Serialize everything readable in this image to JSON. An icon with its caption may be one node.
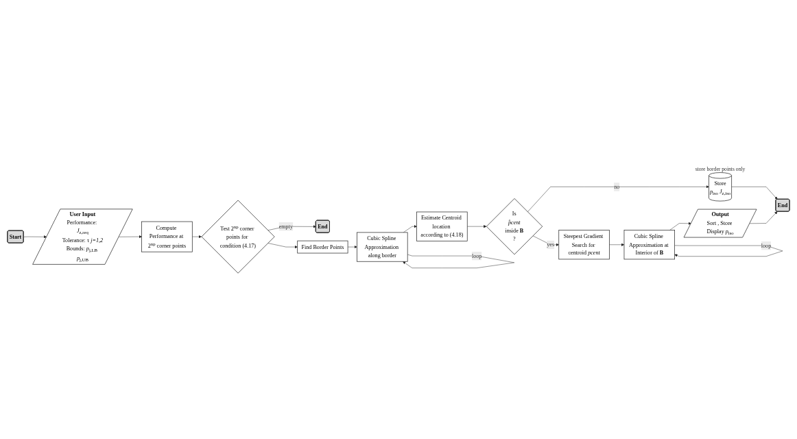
{
  "diagram": {
    "nodes": [
      {
        "text": [
          "Start"
        ]
      },
      {
        "text": [
          "User Input",
          "Performance: *J*$_{z,req}$",
          "Tolerance: τ *j=1,2*",
          "Bounds: *p*$_{j,LB}$ *p*$_{j,UB}$"
        ]
      },
      {
        "text": [
          "Compute Performance at 2$^{np}$ corner points"
        ]
      },
      {
        "text": [
          "Test 2$^{np}$ corner points for condition (4.17)"
        ]
      },
      {
        "text": [
          "End"
        ]
      },
      {
        "text": [
          "Find Border Points"
        ]
      },
      {
        "text": [
          "Cubic Spline Approximation along border"
        ]
      },
      {
        "text": [
          "Estimate Centroid location according to (4.18)"
        ]
      },
      {
        "text": [
          "Is",
          "*p̂cent*",
          "inside **B**",
          "?"
        ]
      },
      {
        "text": [
          "Store",
          "*p*$_{iso}$ *J*$_{z,iso}$"
        ],
        "beside": [
          "store border points only"
        ]
      },
      {
        "text": [
          "End"
        ]
      },
      {
        "text": [
          "Steepest Gradient Search for centroid *pcent*"
        ]
      },
      {
        "text": [
          "Cubic Spline Approximation at Interior of **B**"
        ]
      },
      {
        "text": [
          "Output",
          "Sort , Store Display *p*$_{iso}$"
        ]
      }
    ],
    "edges": [
      {
        "from": 0,
        "to": 1,
        "arrow": "to"
      },
      {
        "from": 1,
        "to": 2,
        "arrow": "to"
      },
      {
        "from": 2,
        "to": 3,
        "arrow": "to"
      },
      {
        "from": 3,
        "to": 4,
        "arrow": "to",
        "label": "empty"
      },
      {
        "from": 3,
        "to": 5,
        "arrow": "to"
      },
      {
        "from": 5,
        "to": 6,
        "arrow": "to"
      },
      {
        "from": 6,
        "to": 6,
        "arrow": "to",
        "label": "loop"
      },
      {
        "from": 6,
        "to": 7,
        "arrow": "to"
      },
      {
        "from": 7,
        "to": 8,
        "arrow": "to"
      },
      {
        "from": 8,
        "to": 9,
        "arrow": "to",
        "label": "no"
      },
      {
        "from": 9,
        "to": 10,
        "arrow": "to"
      },
      {
        "from": 8,
        "to": 11,
        "arrow": "to",
        "label": "yes"
      },
      {
        "from": 11,
        "to": 12,
        "arrow": "to"
      },
      {
        "from": 12,
        "to": 12,
        "arrow": "to",
        "label": "loop"
      },
      {
        "from": 12,
        "to": 13,
        "arrow": "to"
      },
      {
        "from": 13,
        "to": 10,
        "arrow": "to"
      }
    ]
  }
}
